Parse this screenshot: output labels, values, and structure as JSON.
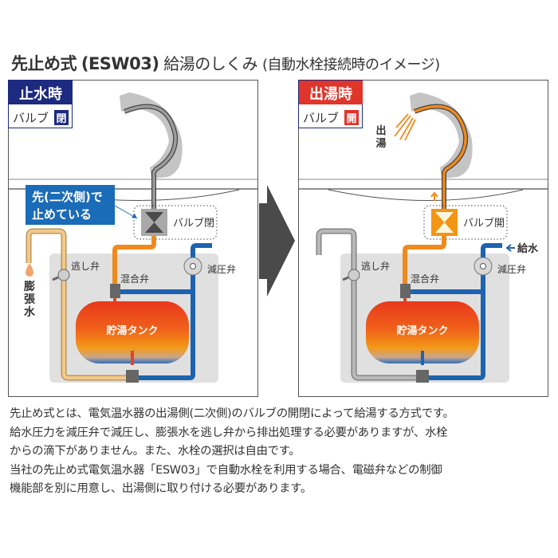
{
  "title": {
    "main": "先止め式",
    "model": "(ESW03)",
    "rest": "給湯のしくみ",
    "note": "(自動水栓接続時のイメージ)"
  },
  "panels": [
    {
      "state_label": "止水時",
      "valve_label": "バルブ",
      "valve_state": "閉",
      "state_color": "#1c2a80",
      "callout": [
        "先(二次側)で",
        "止めている"
      ],
      "valve_box_label": "バルブ閉",
      "relief_valve": "逃し弁",
      "mixing_valve": "混合弁",
      "pressure_valve": "減圧弁",
      "tank_label": "貯湯タンク",
      "expansion_water": [
        "膨",
        "張",
        "水"
      ]
    },
    {
      "state_label": "出湯時",
      "valve_label": "バルブ",
      "valve_state": "開",
      "state_color": "#e0352b",
      "hot_water_out": [
        "出",
        "湯"
      ],
      "valve_box_label": "バルブ開",
      "relief_valve": "逃し弁",
      "mixing_valve": "混合弁",
      "pressure_valve": "減圧弁",
      "tank_label": "貯湯タンク",
      "water_supply": "給水"
    }
  ],
  "colors": {
    "hot_pipe": "#ef8a1e",
    "cold_pipe": "#1d63b0",
    "expansion_pipe": "#f2c98a",
    "neutral_pipe": "#a5a5a5",
    "callout_bg": "#1a6bb8",
    "arrow": "#4a4a4a"
  },
  "description": [
    "先止め式とは、電気温水器の出湯側(二次側)のバルブの開閉によって給湯する方式です。",
    "給水圧力を減圧弁で減圧し、膨張水を逃し弁から排出処理する必要がありますが、水栓",
    "からの滴下がありません。また、水栓の選択は自由です。",
    "当社の先止め式電気温水器「ESW03」で自動水栓を利用する場合、電磁弁などの制御",
    "機能部を別に用意し、出湯側に取り付ける必要があります。"
  ]
}
